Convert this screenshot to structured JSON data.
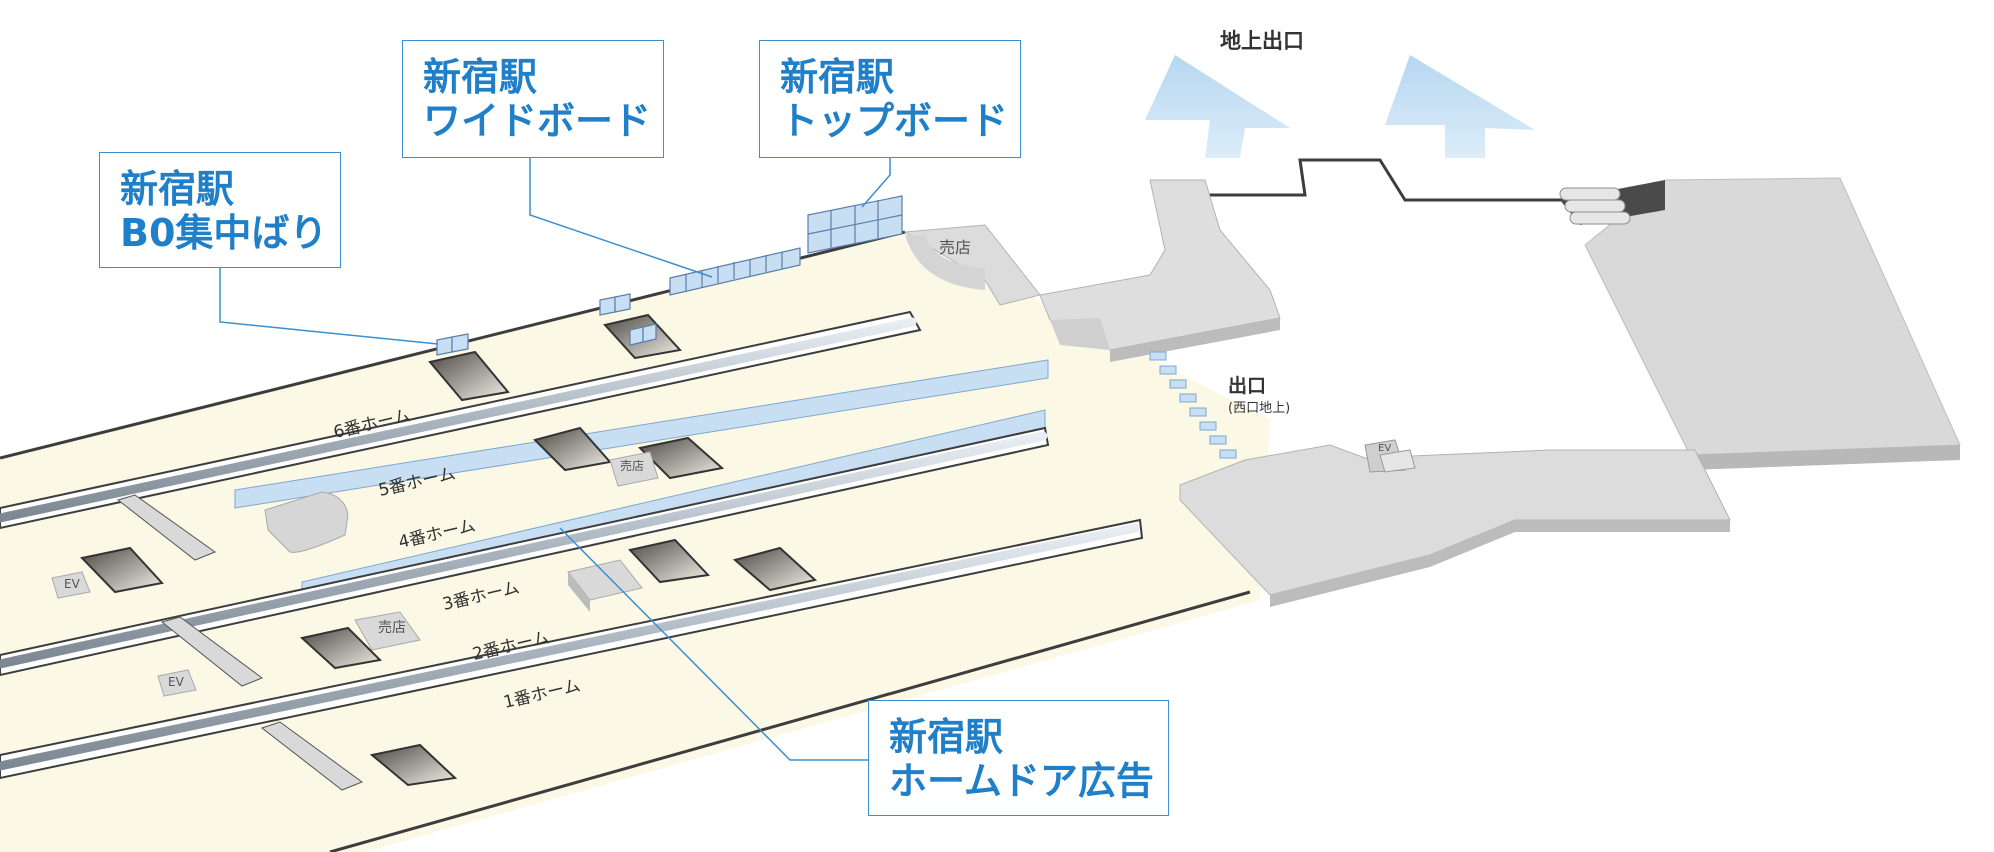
{
  "callouts": {
    "bo": {
      "line1": "新宿駅",
      "line2": "B0集中ばり"
    },
    "wide": {
      "line1": "新宿駅",
      "line2": "ワイドボード"
    },
    "top": {
      "line1": "新宿駅",
      "line2": "トップボード"
    },
    "homedoor": {
      "line1": "新宿駅",
      "line2": "ホームドア広告"
    }
  },
  "platforms": [
    "6番ホーム",
    "5番ホーム",
    "4番ホーム",
    "3番ホーム",
    "2番ホーム",
    "1番ホーム"
  ],
  "labels": {
    "ground_exit": "地上出口",
    "exit": "出口",
    "exit_sub": "(西口地上)",
    "shop": "売店",
    "ev": "EV"
  },
  "colors": {
    "callout_text": "#1f7fc8",
    "callout_border": "#3a8fd0",
    "floor": "#fbf8e6",
    "structure": "#dedede",
    "arrow": "#b9d9f0",
    "ad_panel": "#c7def3"
  }
}
